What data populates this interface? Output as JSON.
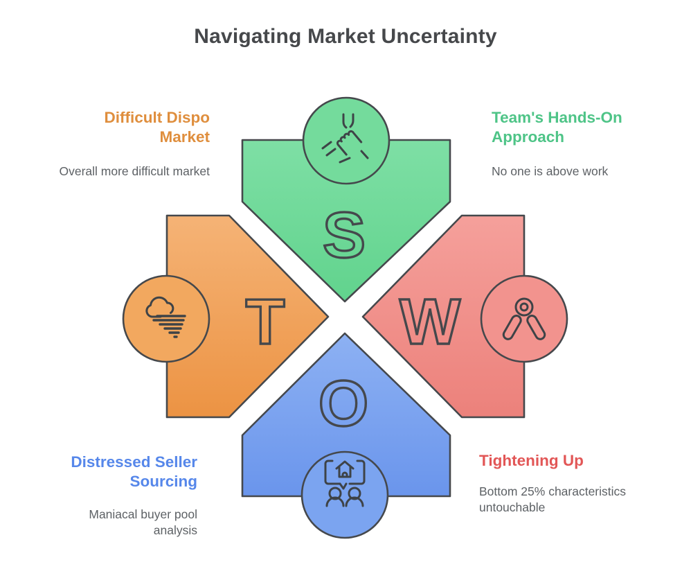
{
  "title": "Navigating Market Uncertainty",
  "quadrants": {
    "strengths": {
      "letter": "S",
      "heading": "Team's Hands-On Approach",
      "subtext": "No one is above work",
      "color": "#6bd795",
      "icon": "hands-in-icon"
    },
    "weaknesses": {
      "letter": "W",
      "heading": "Tightening Up",
      "subtext": "Bottom 25% characteristics untouchable",
      "color": "#f0918c",
      "icon": "hand-grip-icon"
    },
    "opportunities": {
      "letter": "O",
      "heading": "Distressed Seller Sourcing",
      "subtext": "Maniacal buyer pool analysis",
      "color": "#7aa3f0",
      "icon": "home-discussion-icon"
    },
    "threats": {
      "letter": "T",
      "heading": "Difficult Dispo Market",
      "subtext": "Overall more difficult market",
      "color": "#f0a456",
      "icon": "cloud-fog-icon"
    }
  },
  "outline_color": "#45484c",
  "title_color": "#46484b",
  "subtext_color": "#5d6165"
}
